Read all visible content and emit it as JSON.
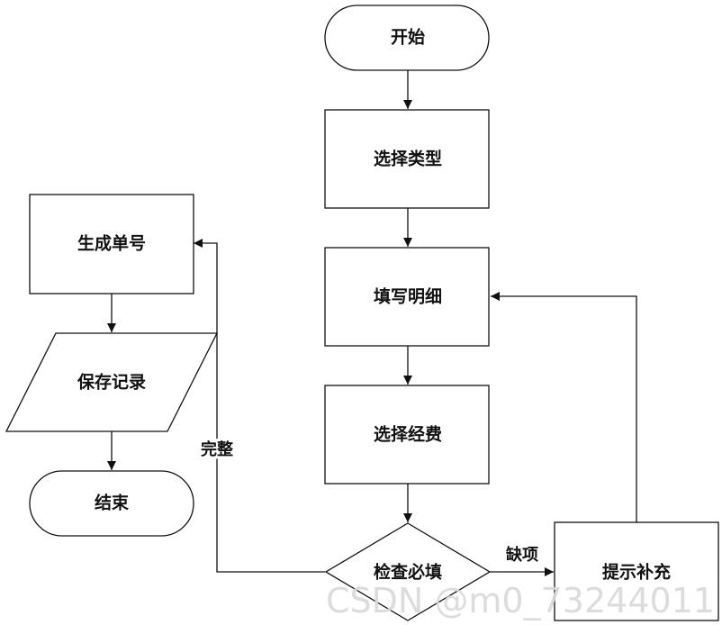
{
  "nodes": {
    "start": "开始",
    "select_type": "选择类型",
    "fill_details": "填写明细",
    "select_funds": "选择经费",
    "check_required": "检查必填",
    "prompt_supplement": "提示补充",
    "generate_number": "生成单号",
    "save_record": "保存记录",
    "end": "结束"
  },
  "edges": {
    "missing_label": "缺项",
    "complete_label": "完整"
  },
  "watermark": "CSDN @m0_73244011",
  "colors": {
    "stroke": "#111111",
    "background": "#ffffff",
    "watermark": "#d9d9d9"
  }
}
